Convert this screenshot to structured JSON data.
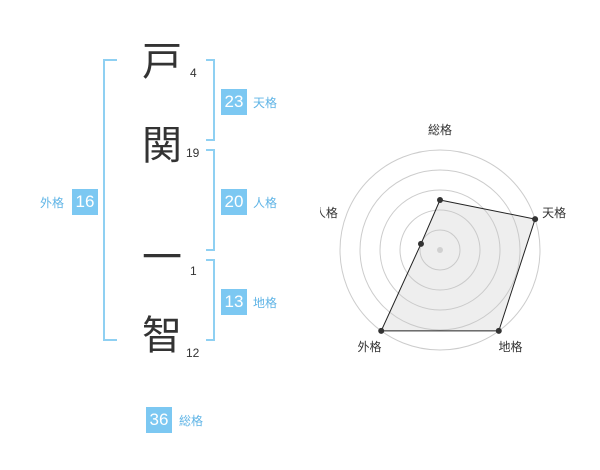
{
  "name": {
    "characters": [
      {
        "char": "戸",
        "strokes": "4"
      },
      {
        "char": "関",
        "strokes": "19"
      },
      {
        "char": "一",
        "strokes": "1"
      },
      {
        "char": "智",
        "strokes": "12"
      }
    ]
  },
  "kaku": {
    "tenkaku": {
      "value": "23",
      "label": "天格"
    },
    "jinkaku": {
      "value": "20",
      "label": "人格"
    },
    "chikaku": {
      "value": "13",
      "label": "地格"
    },
    "gaikaku": {
      "value": "16",
      "label": "外格"
    },
    "soukaku": {
      "value": "36",
      "label": "総格"
    }
  },
  "colors": {
    "accent": "#7cc8f2",
    "label": "#5fb4e6",
    "bracket": "#8fd0f2"
  },
  "chart_data": {
    "type": "radar",
    "axes": [
      "総格",
      "天格",
      "地格",
      "外格",
      "人格"
    ],
    "rings": 5,
    "max": 5,
    "values": [
      2.5,
      5,
      5,
      5,
      1.0
    ]
  }
}
